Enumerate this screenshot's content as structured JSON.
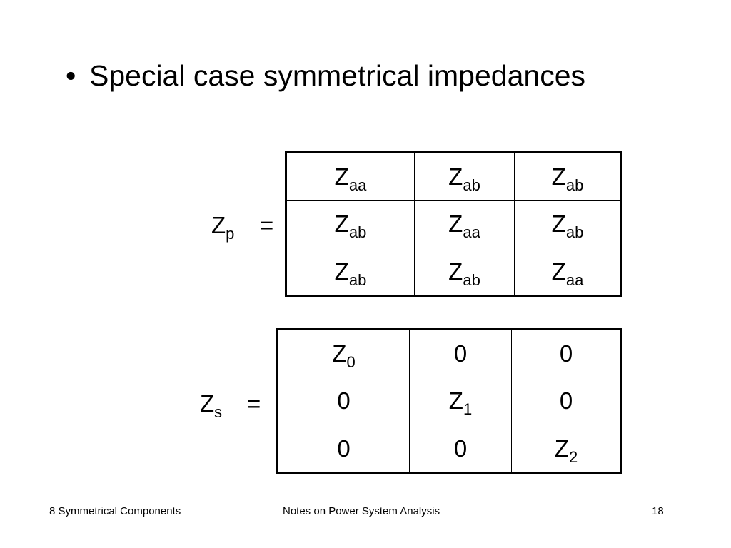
{
  "bullet": {
    "symbol": "•",
    "text": "Special case symmetrical impedances"
  },
  "zp": {
    "label_main": "Z",
    "label_sub": "p",
    "equals": "=",
    "rows": [
      [
        {
          "main": "Z",
          "sub": "aa"
        },
        {
          "main": "Z",
          "sub": "ab"
        },
        {
          "main": "Z",
          "sub": "ab"
        }
      ],
      [
        {
          "main": "Z",
          "sub": "ab"
        },
        {
          "main": "Z",
          "sub": "aa"
        },
        {
          "main": "Z",
          "sub": "ab"
        }
      ],
      [
        {
          "main": "Z",
          "sub": "ab"
        },
        {
          "main": "Z",
          "sub": "ab"
        },
        {
          "main": "Z",
          "sub": "aa"
        }
      ]
    ]
  },
  "zs": {
    "label_main": "Z",
    "label_sub": "s",
    "equals": "=",
    "rows": [
      [
        {
          "main": "Z",
          "sub": "0"
        },
        {
          "main": "0",
          "sub": ""
        },
        {
          "main": "0",
          "sub": ""
        }
      ],
      [
        {
          "main": "0",
          "sub": ""
        },
        {
          "main": "Z",
          "sub": "1"
        },
        {
          "main": "0",
          "sub": ""
        }
      ],
      [
        {
          "main": "0",
          "sub": ""
        },
        {
          "main": "0",
          "sub": ""
        },
        {
          "main": "Z",
          "sub": "2"
        }
      ]
    ]
  },
  "footer": {
    "left": "8 Symmetrical Components",
    "center": "Notes on Power System Analysis",
    "page_number": "18"
  }
}
